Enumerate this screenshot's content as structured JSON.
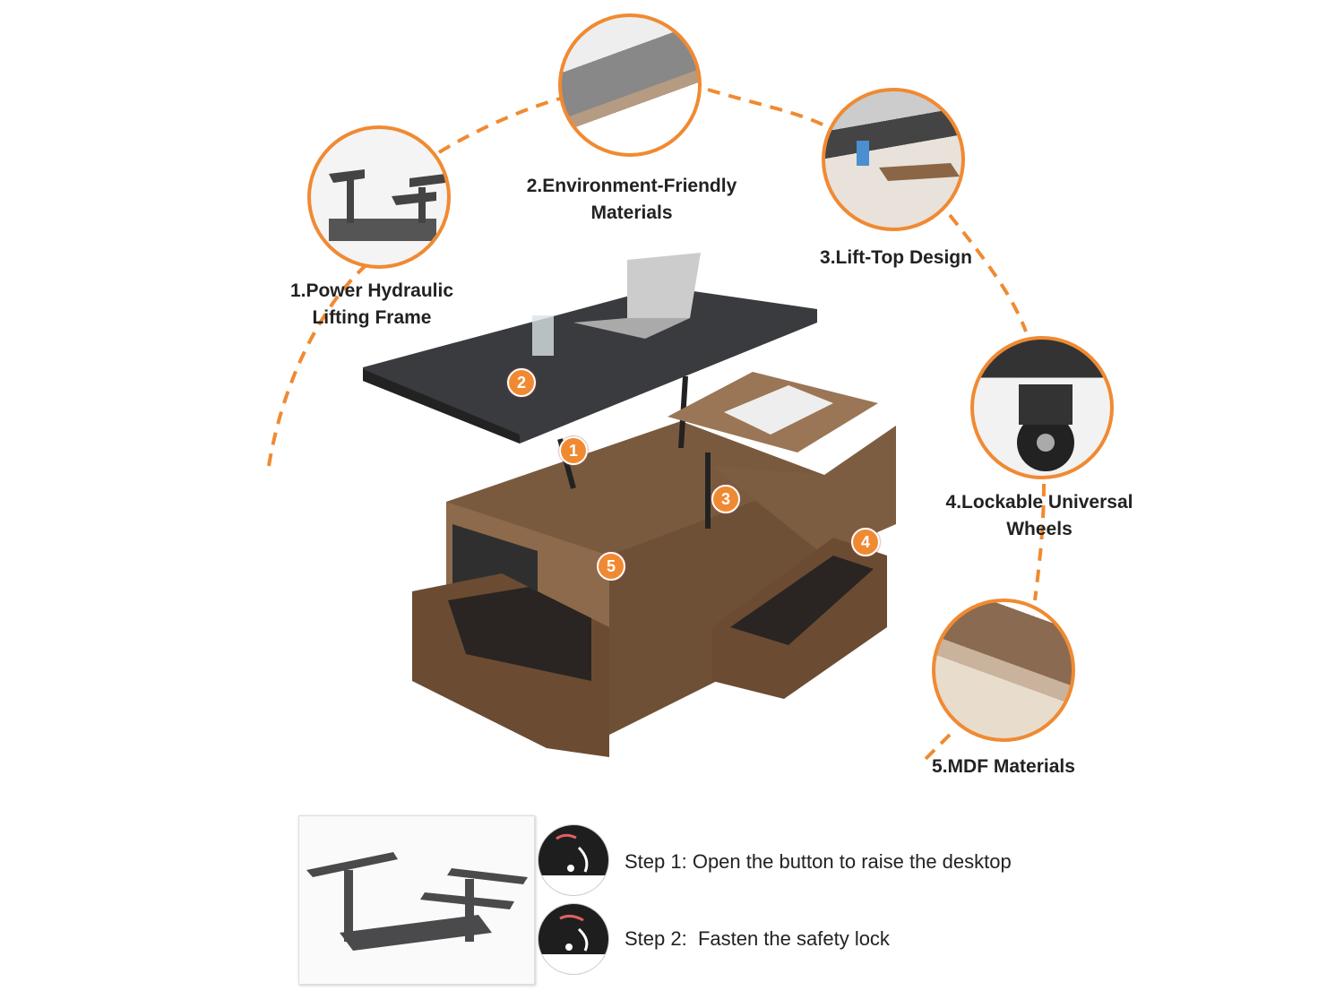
{
  "features": [
    {
      "number": "1",
      "title": "1.Power Hydraulic",
      "subtitle": "Lifting Frame"
    },
    {
      "number": "2",
      "title": "2.Environment-Friendly",
      "subtitle": "Materials"
    },
    {
      "number": "3",
      "title": "3.Lift-Top Design",
      "subtitle": ""
    },
    {
      "number": "4",
      "title": "4.Lockable Universal",
      "subtitle": "Wheels"
    },
    {
      "number": "5",
      "title": "5.MDF Materials",
      "subtitle": ""
    }
  ],
  "steps": [
    {
      "text": "Step 1: Open the button to raise the desktop"
    },
    {
      "text": "Step 2:  Fasten the safety lock"
    }
  ],
  "colors": {
    "accent": "#f08a32",
    "wood": "#7a5a3e",
    "top": "#3a3b3e"
  }
}
